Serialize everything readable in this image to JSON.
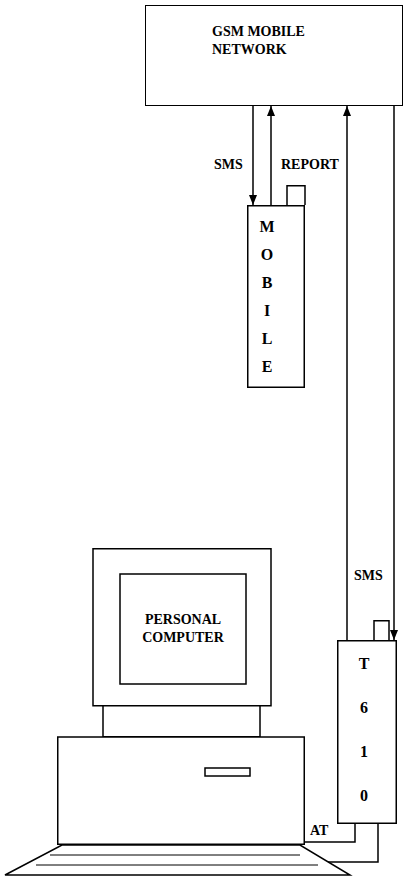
{
  "diagram": {
    "nodes": [
      {
        "text": [
          "GSM MOBILE NETWORK"
        ]
      },
      {
        "text": [
          "M O B I L E"
        ]
      },
      {
        "text": [
          "PERSONAL COMPUTER"
        ]
      },
      {
        "text": [
          "T 6 1 0"
        ]
      }
    ],
    "edges": [
      {
        "from": 0,
        "to": 1,
        "label": "SMS",
        "arrow": "to"
      },
      {
        "from": 1,
        "to": 0,
        "label": "REPORT",
        "arrow": "to"
      },
      {
        "from": 3,
        "to": 0,
        "arrow": "to"
      },
      {
        "from": 0,
        "to": 3,
        "arrow": "to"
      },
      {
        "from": 2,
        "to": 3,
        "label": "AT",
        "arrow": "none"
      }
    ],
    "labels": [
      "SMS"
    ]
  }
}
